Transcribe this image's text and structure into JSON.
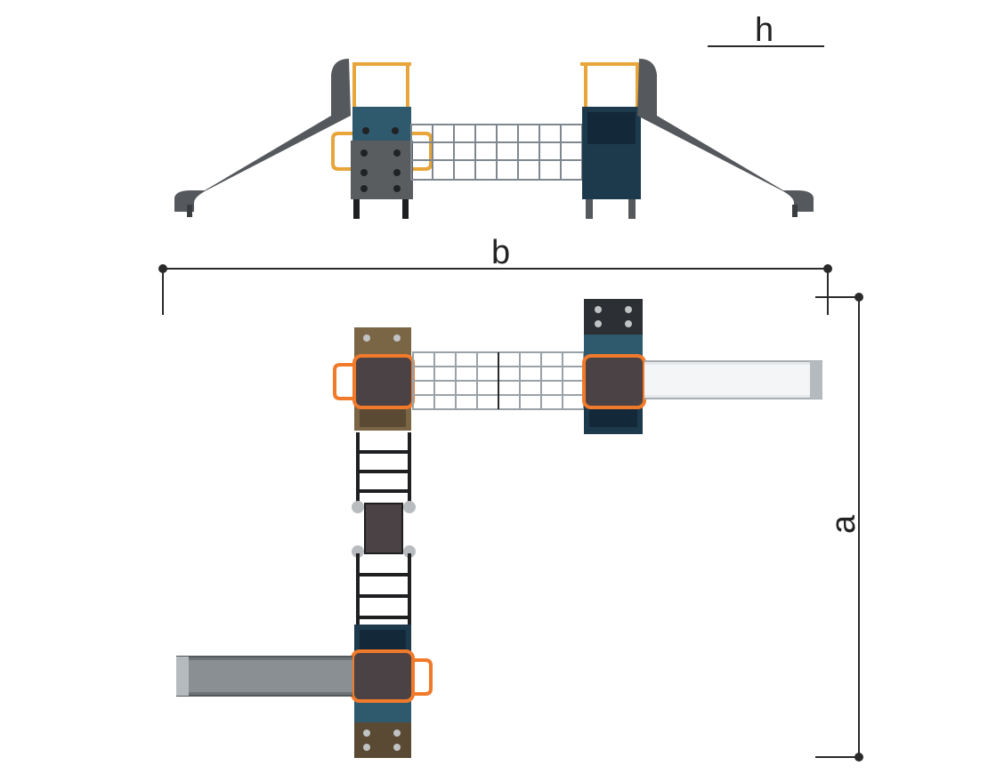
{
  "dimensions": {
    "height_label": "h",
    "width_label": "b",
    "depth_label": "a"
  },
  "colors": {
    "dimension_line": "#2a2a2a",
    "slide": "#55585c",
    "post": "#3a3d40",
    "panel_blue": "#2f5a6e",
    "panel_navy": "#1d3a4c",
    "panel_dark": "#2c2f33",
    "panel_wood": "#7a6545",
    "platform": "#4a4244",
    "handrail_orange": "#f07a2a",
    "handrail_yellow": "#e7a53a",
    "net": "#7f8890",
    "slide_metal": "#c8ccd0"
  }
}
